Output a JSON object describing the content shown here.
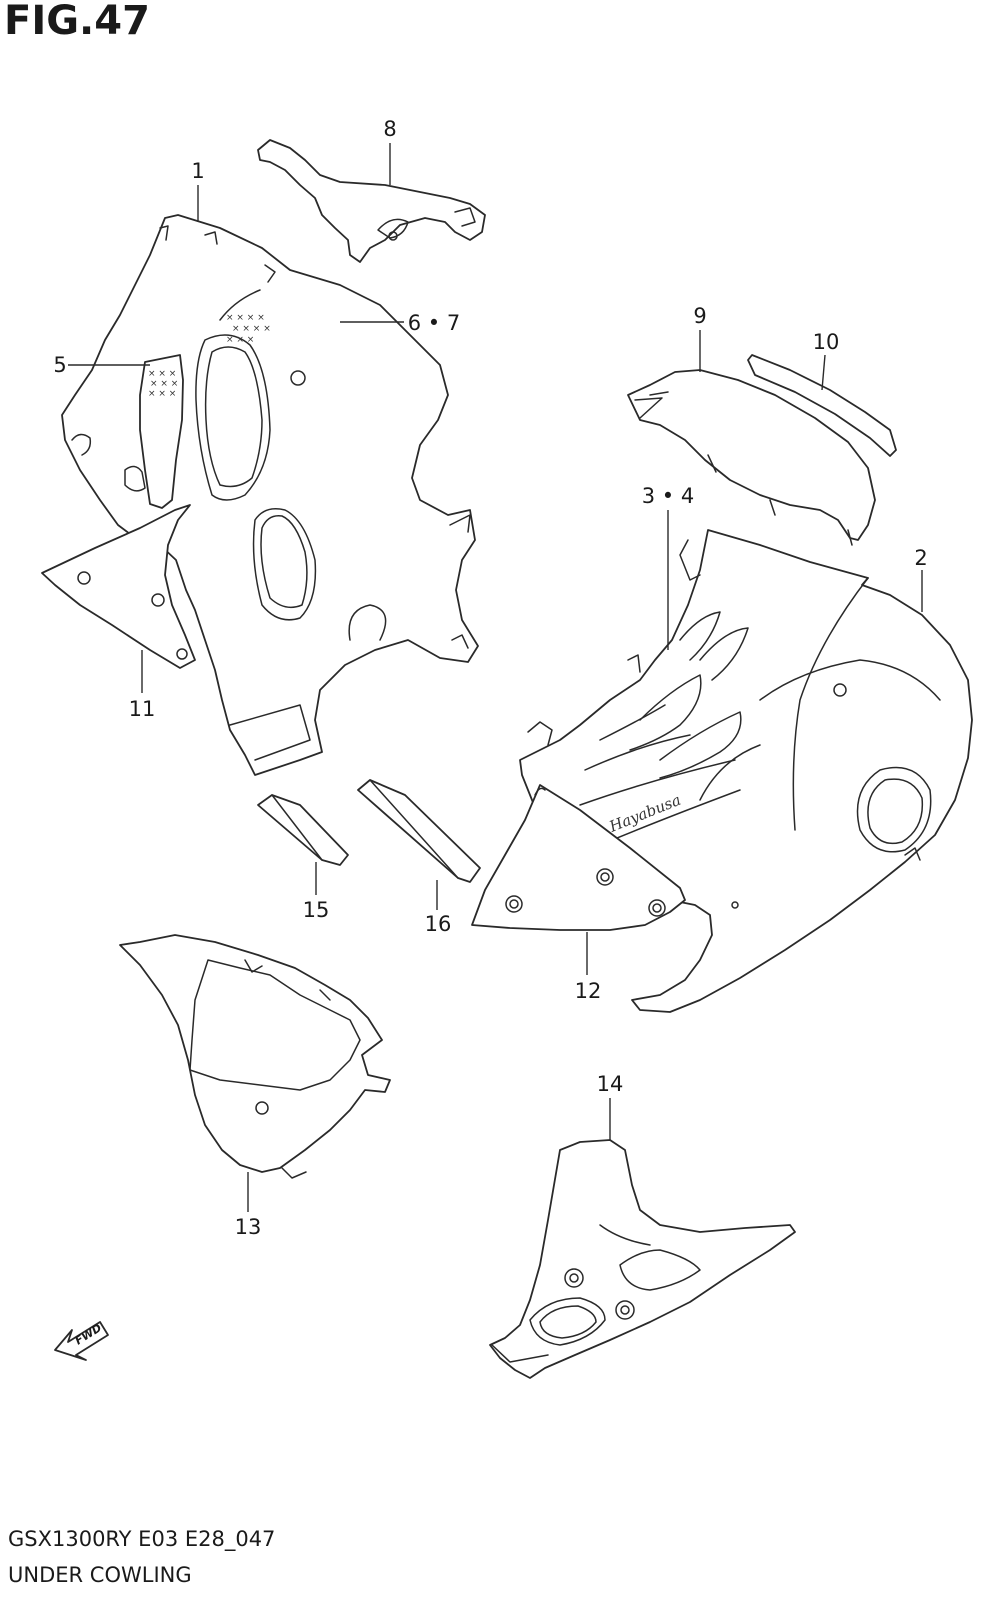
{
  "figure": {
    "title": "FIG.47",
    "model_code": "GSX1300RY E03 E28_047",
    "section_name": "UNDER COWLING",
    "direction_label": "FWD"
  },
  "callouts": {
    "c1": "1",
    "c2": "2",
    "c3_4": "3 • 4",
    "c5": "5",
    "c6_7": "6 • 7",
    "c8": "8",
    "c9": "9",
    "c10": "10",
    "c11": "11",
    "c12": "12",
    "c13": "13",
    "c14": "14",
    "c15": "15",
    "c16": "16"
  },
  "decal_text": "Hayabusa",
  "colors": {
    "line": "#2a2a2a",
    "background": "#ffffff"
  }
}
